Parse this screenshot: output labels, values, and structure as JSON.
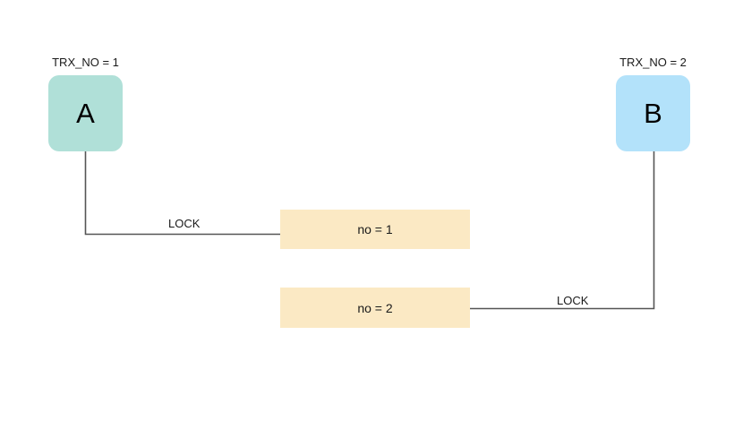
{
  "diagram": {
    "type": "deadlock-lock-wait-diagram",
    "background": "#ffffff",
    "transactions": [
      {
        "id": "A",
        "label": "A",
        "caption": "TRX_NO = 1",
        "color": "#b0e0d8"
      },
      {
        "id": "B",
        "label": "B",
        "caption": "TRX_NO = 2",
        "color": "#b3e2fa"
      }
    ],
    "resources": [
      {
        "id": "row1",
        "label": "no = 1",
        "color": "#fbe9c4"
      },
      {
        "id": "row2",
        "label": "no = 2",
        "color": "#fbe9c4"
      }
    ],
    "edges": [
      {
        "id": "a-to-row1",
        "from": "A",
        "to": "row1",
        "label": "LOCK",
        "color": "#555555"
      },
      {
        "id": "b-to-row2",
        "from": "B",
        "to": "row2",
        "label": "LOCK",
        "color": "#555555"
      }
    ]
  }
}
